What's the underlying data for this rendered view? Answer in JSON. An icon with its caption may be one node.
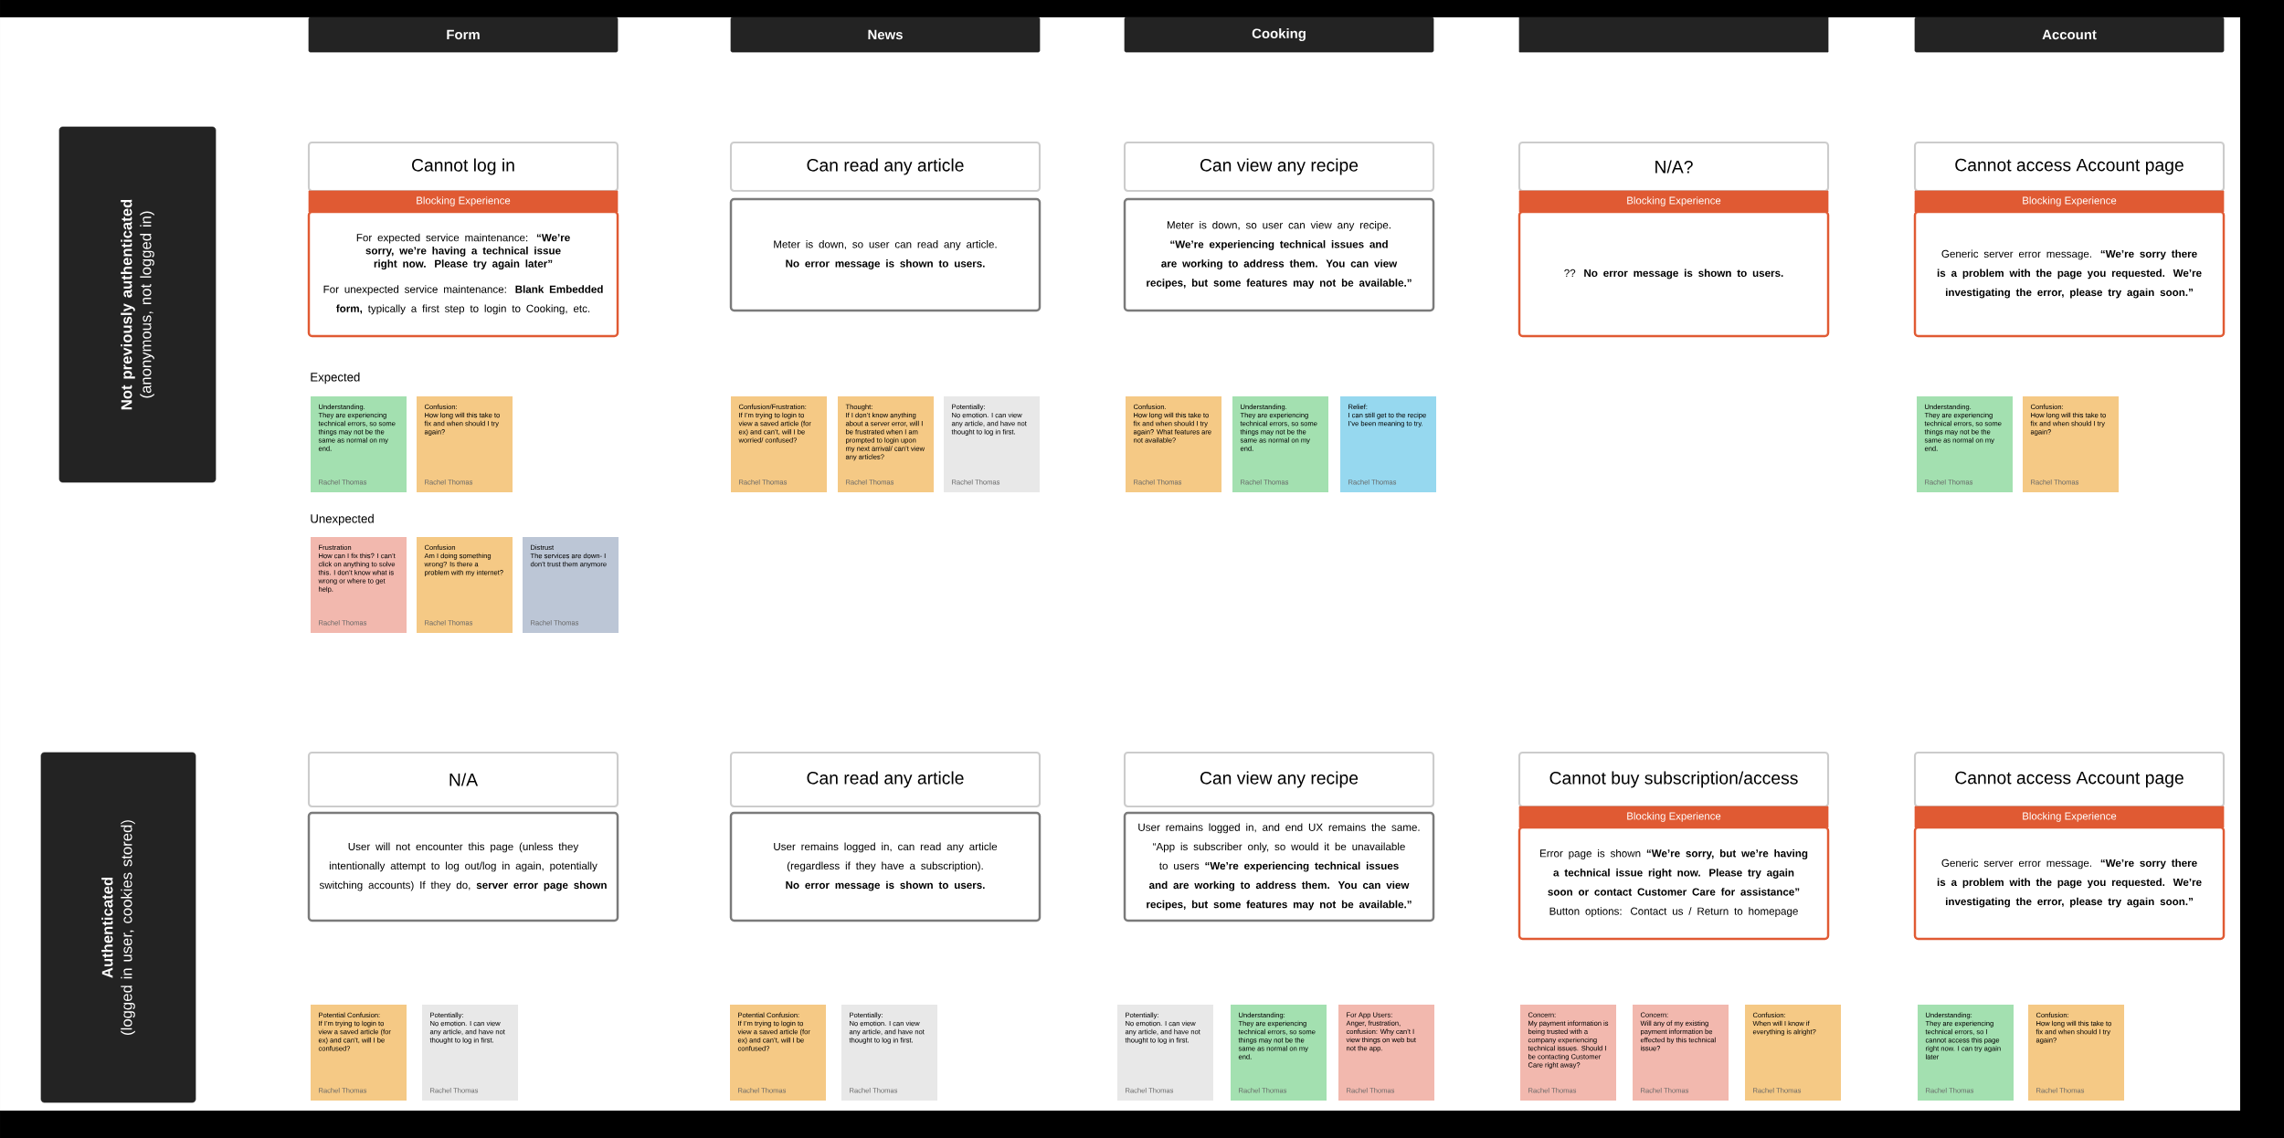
{
  "diagram": {
    "nodes": [
      {
        "text": [
          "Form"
        ]
      },
      {
        "text": [
          "News"
        ]
      },
      {
        "text": [
          "Cooking"
        ]
      },
      {
        "text": [],
        "shape": "box"
      },
      {
        "text": [
          "Account"
        ]
      },
      {
        "text": [
          "Not previously authenticated",
          "(anonymous, not logged in)"
        ]
      },
      {
        "text": [
          "Cannot log in"
        ]
      },
      {
        "text": [
          "Blocking Experience"
        ]
      },
      {
        "text": [
          "For expected service maintenance: **“We’re sorry, we’re having a technical issue right now. Please try again later”**",
          "For unexpected service maintenance: **Blank Embedded form,** typically a first step to login to Cooking, etc."
        ]
      },
      {
        "text": [
          "Can read any article"
        ]
      },
      {
        "text": [
          "Meter is down, so user can read any article. **No error message is shown to users.**"
        ]
      },
      {
        "text": [
          "Can view any recipe"
        ]
      },
      {
        "text": [
          "Meter is down, so user can view any recipe. **“We’re experiencing technical issues and are working to address them. You can view recipes, but some features may not be available.”**"
        ]
      },
      {
        "text": [
          "N/A?"
        ]
      },
      {
        "text": [
          "Blocking Experience"
        ]
      },
      {
        "text": [
          "?? **No error message is shown to users.**"
        ]
      },
      {
        "text": [
          "Cannot access Account page"
        ]
      },
      {
        "text": [
          "Blocking Experience"
        ]
      },
      {
        "text": [
          "Generic server error message. **“We’re sorry there is a problem with the page you requested. We’re investigating the error, please try again soon.”**"
        ]
      },
      {
        "text": [
          "Understanding.",
          "They are experiencing technical errors, so some things may not be the same as normal on my end.",
          "Rachel Thomas"
        ]
      },
      {
        "text": [
          "Confusion:",
          "How long will this take to fix and when should I try again?",
          "Rachel Thomas"
        ]
      },
      {
        "text": [
          "Confusion/Frustration:",
          "If I’m trying to login to view a saved article (for ex) and can’t, will I be worried/ confused?",
          "Rachel Thomas"
        ]
      },
      {
        "text": [
          "Thought:",
          "If I don’t know anything about a server error, will I be frustrated when I am prompted to login upon my next arrival/ can’t view any articles?",
          "Rachel Thomas"
        ]
      },
      {
        "text": [
          "Potentially:",
          "No emotion. I can view any article, and have not thought to log in first.",
          "Rachel Thomas"
        ]
      },
      {
        "text": [
          "Confusion.",
          "How long will this take to fix and when should I try again? What features are not available?",
          "Rachel Thomas"
        ]
      },
      {
        "text": [
          "Understanding.",
          "They are experiencing technical errors, so some things may not be the same as normal on my end.",
          "Rachel Thomas"
        ]
      },
      {
        "text": [
          "Relief:",
          "I can still get to the recipe I’ve been meaning to try.",
          "Rachel Thomas"
        ]
      },
      {
        "text": [
          "Understanding.",
          "They are experiencing technical errors, so some things may not be the same as normal on my end.",
          "Rachel Thomas"
        ]
      },
      {
        "text": [
          "Confusion:",
          "How long will this take to fix and when should I try again?",
          "Rachel Thomas"
        ]
      },
      {
        "text": [
          "Frustration",
          "How can I fix this? I can’t click on anything to solve this. I don’t know what is wrong or where to get help.",
          "Rachel Thomas"
        ]
      },
      {
        "text": [
          "Confusion",
          "Am I doing something wrong? Is there a problem with my internet?",
          "Rachel Thomas"
        ]
      },
      {
        "text": [
          "Distrust",
          "The services are down- I don’t trust them anymore",
          "Rachel Thomas"
        ]
      },
      {
        "text": [
          "Authenticated",
          "(logged in user, cookies stored)"
        ]
      },
      {
        "text": [
          "N/A"
        ]
      },
      {
        "text": [
          "User will not encounter this page (unless they intentionally attempt to log out/log in again, potentially switching accounts) If they do, **server error page shown**"
        ]
      },
      {
        "text": [
          "Can read any article"
        ]
      },
      {
        "text": [
          "User remains logged in, can read any article (regardless if they have a subscription). **No error message is shown to users.**"
        ]
      },
      {
        "text": [
          "Can view any recipe"
        ]
      },
      {
        "text": [
          "User remains logged in, and end UX remains the same. “App is subscriber only, so would it be unavailable to users **“We’re experiencing technical issues and are working to address them. You can view recipes, but some features may not be available.”**"
        ]
      },
      {
        "text": [
          "Cannot buy subscription/access"
        ]
      },
      {
        "text": [
          "Blocking Experience"
        ]
      },
      {
        "text": [
          "Error page is shown **“We’re sorry, but we’re having a technical issue right now. Please try again soon or contact Customer Care for assistance”** Button options: Contact us / Return to homepage"
        ]
      },
      {
        "text": [
          "Cannot access Account page"
        ]
      },
      {
        "text": [
          "Blocking Experience"
        ]
      },
      {
        "text": [
          "Generic server error message. **“We’re sorry there is a problem with the page you requested. We’re investigating the error, please try again soon.”**"
        ]
      },
      {
        "text": [
          "Potential Confusion:",
          "If I’m trying to login to view a saved article (for ex) and can’t, will I be confused?",
          "Rachel Thomas"
        ]
      },
      {
        "text": [
          "Potentially:",
          "No emotion. I can view any article, and have not thought to log in first.",
          "Rachel Thomas"
        ]
      },
      {
        "text": [
          "Potential Confusion:",
          "If I’m trying to login to view a saved article (for ex) and can’t, will I be confused?",
          "Rachel Thomas"
        ]
      },
      {
        "text": [
          "Potentially:",
          "No emotion. I can view any article, and have not thought to log in first.",
          "Rachel Thomas"
        ]
      },
      {
        "text": [
          "Potentially:",
          "No emotion. I can view any article, and have not thought to log in first.",
          "Rachel Thomas"
        ]
      },
      {
        "text": [
          "Understanding:",
          "They are experiencing technical errors, so some things may not be the same as normal on my end.",
          "Rachel Thomas"
        ]
      },
      {
        "text": [
          "For App Users:",
          "Anger, frustration, confusion: Why can’t I view things on web but not the app.",
          "Rachel Thomas"
        ]
      },
      {
        "text": [
          "Concern:",
          "My payment information is being trusted with a company experiencing technical issues. Should I be contacting Customer Care right away?",
          "Rachel Thomas"
        ]
      },
      {
        "text": [
          "Concern:",
          "Will any of my existing payment information be effected by this technical issue?",
          "Rachel Thomas"
        ]
      },
      {
        "text": [
          "Confusion:",
          "When will I know if everything is alright?",
          "Rachel Thomas"
        ]
      },
      {
        "text": [
          "Understanding:",
          "They are experiencing technical errors, so I cannot access this page right now. I can try again later",
          "Rachel Thomas"
        ]
      },
      {
        "text": [
          "Confusion:",
          "How long will this take to fix and when should I try again?",
          "Rachel Thomas"
        ]
      }
    ],
    "labels": [
      "Expected",
      "Unexpected"
    ]
  }
}
